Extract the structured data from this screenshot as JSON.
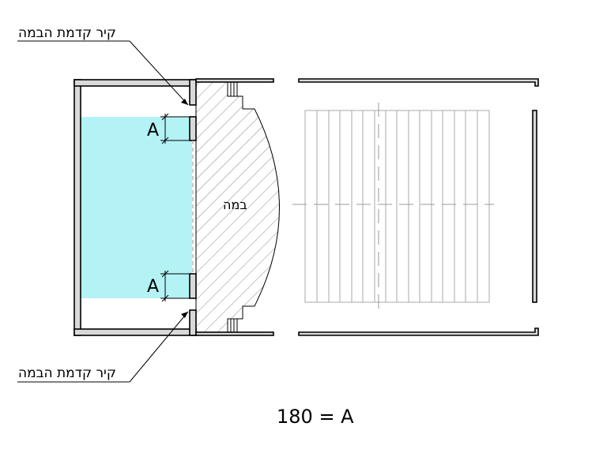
{
  "labels": {
    "stage_front_wall_top": "קיר קדמת הבמה",
    "stage_front_wall_bottom": "קיר קדמת הבמה",
    "stage": "במה",
    "dimension_top": "A",
    "dimension_bottom": "A",
    "formula": "180 = A"
  },
  "colors": {
    "performance_area": "#b3f2f5",
    "wall_fill": "#d9d9d9",
    "line": "#000000"
  }
}
